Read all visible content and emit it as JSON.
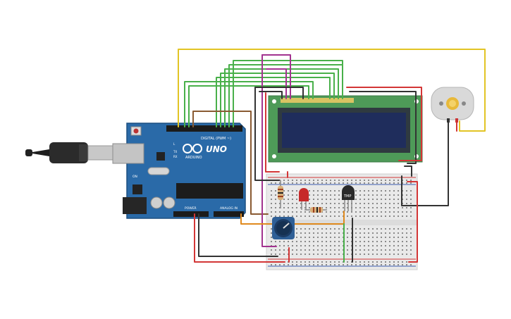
{
  "board": {
    "name": "UNO",
    "brand": "ARDUINO",
    "digital_label": "DIGITAL (PWM ~)",
    "power_label": "POWER",
    "analog_label": "ANALOG IN",
    "on_label": "ON",
    "tx_label": "TX",
    "rx_label": "RX",
    "l_label": "L"
  },
  "sensor": {
    "label": "TMP"
  },
  "colors": {
    "board": "#2a6aa8",
    "lcd_pcb": "#4e9a58",
    "lcd_screen": "#1f2d5c",
    "breadboard": "#e9e9e9",
    "wire_green": "#49b04a",
    "wire_red": "#d33636",
    "wire_black": "#333333",
    "wire_yellow": "#e2c425",
    "wire_purple": "#a2338f",
    "wire_brown": "#8a5a32",
    "wire_orange": "#e08a1e"
  },
  "icons": [
    "usb-cable-icon",
    "motor-icon",
    "potentiometer-icon",
    "led-icon",
    "resistor-icon",
    "temperature-sensor-icon"
  ]
}
